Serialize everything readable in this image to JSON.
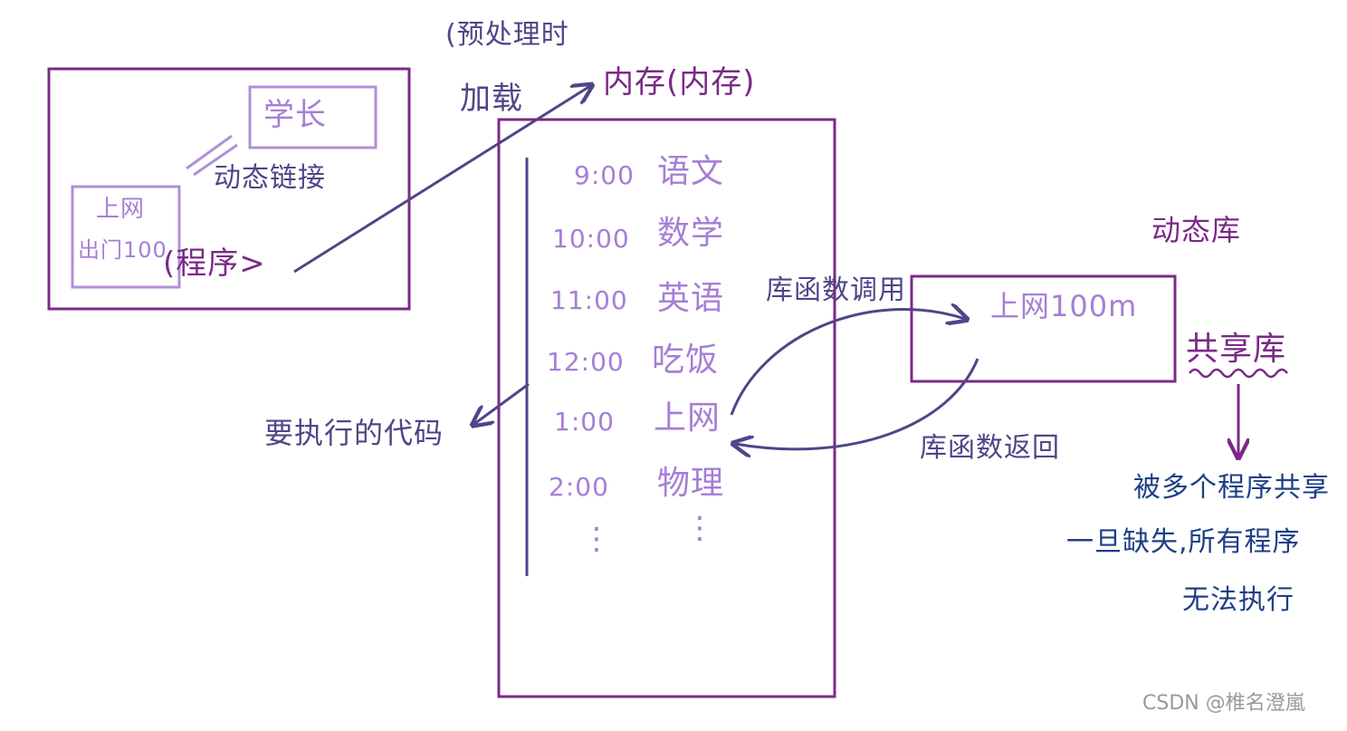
{
  "preprocess": "(预处理时",
  "load": "加载",
  "memory": "内存(内存)",
  "program_box": {
    "study": "学长",
    "dynamic_link": "动态链接",
    "internet": "上网",
    "outing": "出门100",
    "program": "(程序>"
  },
  "schedule": [
    {
      "time": "9:00",
      "task": "语文"
    },
    {
      "time": "10:00",
      "task": "数学"
    },
    {
      "time": "11:00",
      "task": "英语"
    },
    {
      "time": "12:00",
      "task": "吃饭"
    },
    {
      "time": "1:00",
      "task": "上网"
    },
    {
      "time": "2:00",
      "task": "物理"
    }
  ],
  "ellipsis_time": "⋮",
  "ellipsis_task": "⋮",
  "execute_code": "要执行的代码",
  "func_call": "库函数调用",
  "func_return": "库函数返回",
  "dynamic_lib": "动态库",
  "lib_box_text": "上网100m",
  "shared_lib": "共享库",
  "shared_notes": [
    "被多个程序共享",
    "一旦缺失,所有程序",
    "无法执行"
  ],
  "watermark": "CSDN @椎名澄嵐",
  "colors": {
    "purple": "#7a2a86",
    "lavender": "#a57fd6",
    "slate": "#4e4688",
    "navy": "#1d3f86"
  }
}
